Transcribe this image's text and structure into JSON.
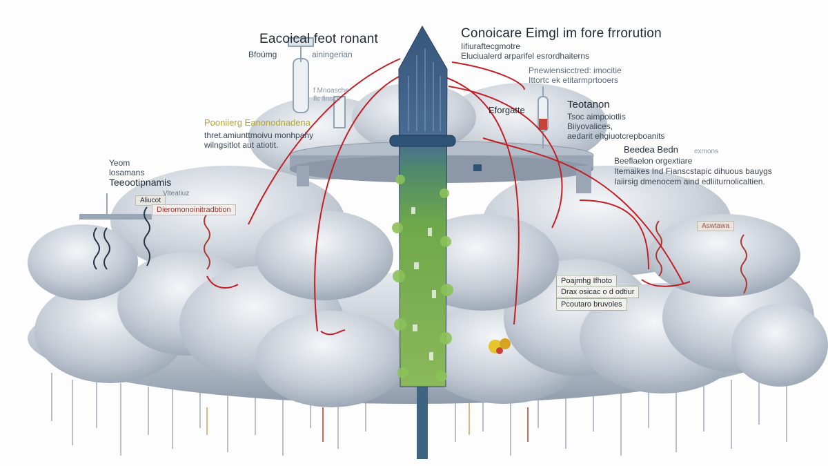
{
  "labels": {
    "top_left_title": "Eacoical feot ronant",
    "top_left_sub1": "Bfoúmg",
    "top_left_sub2": "ainingerian",
    "top_left_small1": "f Mnoasche",
    "top_left_small2": "flc finsco",
    "top_center_title": "Conoicare Eimgl im fore frrorution",
    "top_center_line1": "Iifiuraftecgmotre",
    "top_center_line2": "Eluciualerd arparifel esrordhaiterns",
    "mid_right_line1": "Pnewiensicctred: imocitie",
    "mid_right_line2": "Ittortc ek etitarmprtooers",
    "eforgatte": "Eforgatte",
    "tectanon_title": "Teotanon",
    "tectanon_line1": "Tsoc aimpoiotlis",
    "tectanon_line2": "Biiyovalices,",
    "tectanon_line3": "aedarit ehgiuotcrepboanits",
    "left_yellow_title": "Pooniierg Eanonodnadena",
    "left_line1": "thret.amiunttmoivu monhpahy",
    "left_line2": "wilngsitlot aut atiotit.",
    "far_left1": "Yeom",
    "far_left2": "losamans",
    "far_left3": "Teeootipnamis",
    "small_tag1": "Vlteatiuz",
    "small_tag2": "Aliucot",
    "red_box": "Dieromonoinitradbtion",
    "right_header": "Beedea Bedn",
    "right_header_small": "exmons",
    "right_line1": "Beeflaelon orgextiare",
    "right_line2": "Itemaikes Ind Fianscstapic dihuous bauygs",
    "right_line3": "Iaiirsig dmenocem aind edliiturnolicaltien.",
    "box_line1": "Poajmhg Ifhoto",
    "box_line2": "Drax osicac o d odtiur",
    "box_line3": "Pcoutaro bruvoles",
    "right_tag": "Aswtawa"
  },
  "colors": {
    "tower_top": "#3f5f86",
    "tower_bottom": "#6aa24a",
    "cloud": "#c9d0da",
    "red_line": "#c21e24",
    "platform": "#8e9aa8"
  }
}
